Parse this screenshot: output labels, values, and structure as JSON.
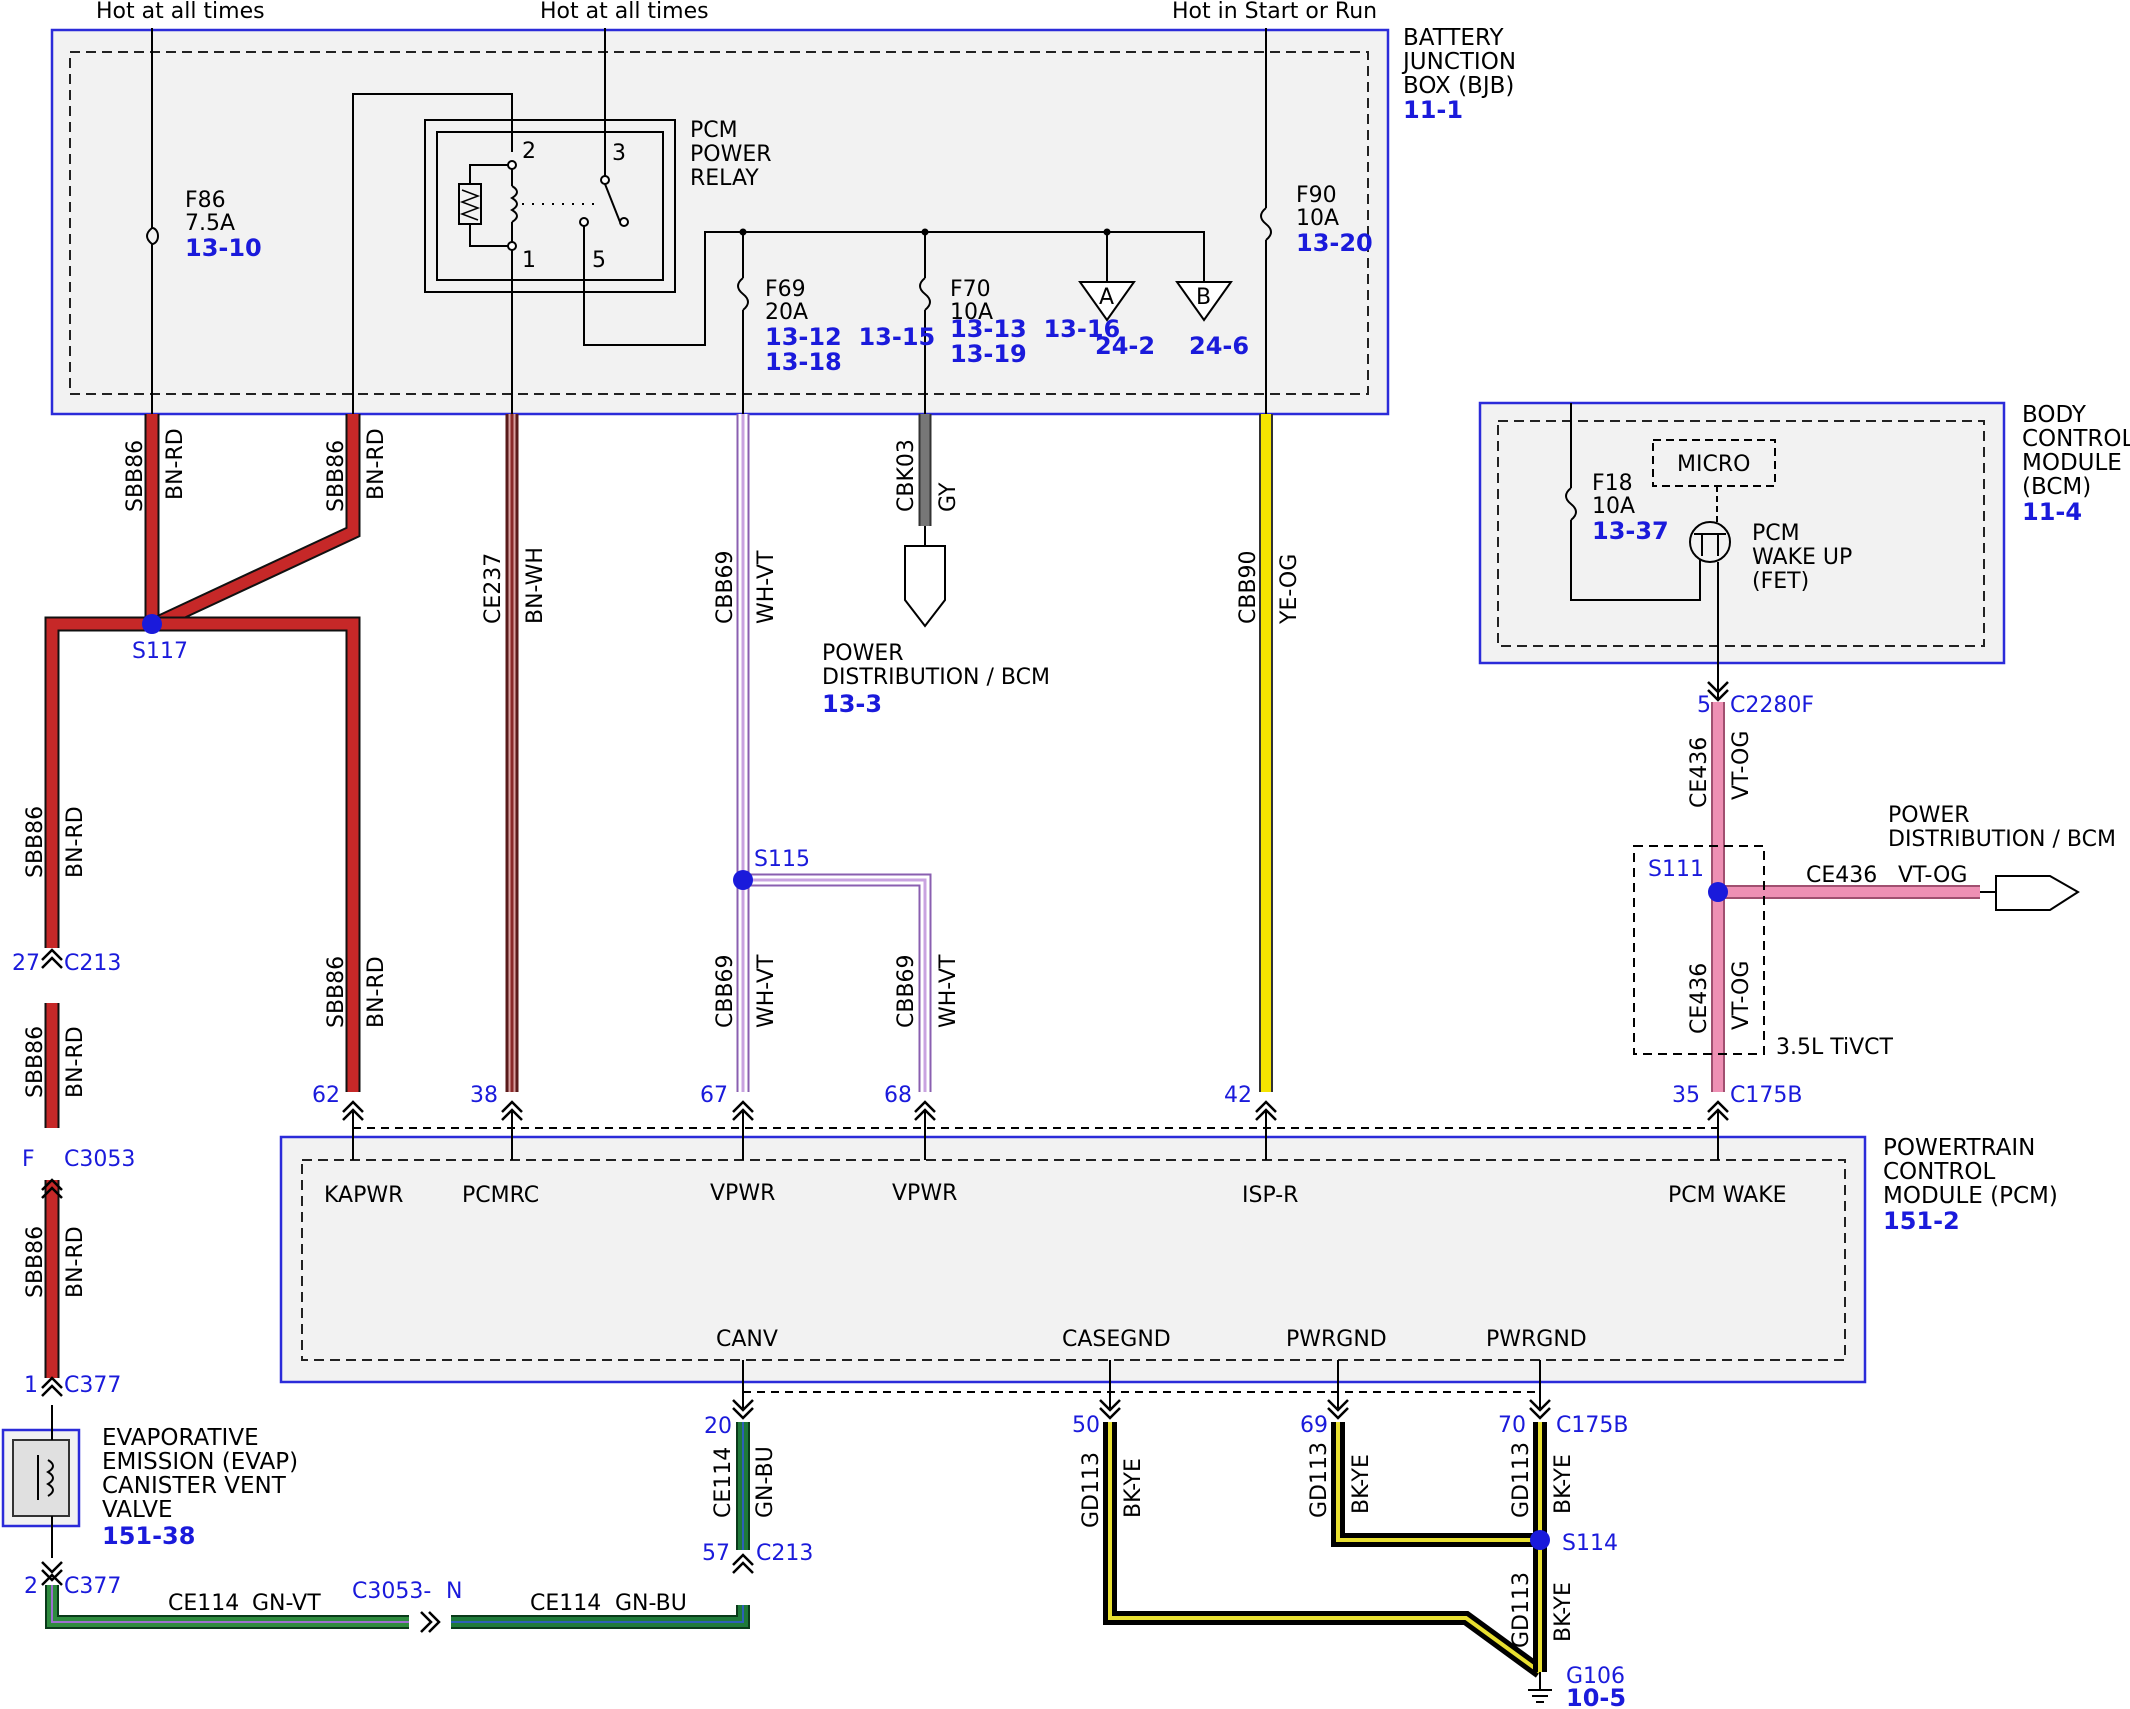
{
  "top_labels": {
    "hot1": "Hot at all times",
    "hot2": "Hot at all times",
    "hot3": "Hot in Start or Run"
  },
  "modules": {
    "bjb": {
      "lines": [
        "BATTERY",
        "JUNCTION",
        "BOX (BJB)"
      ],
      "ref": "11-1"
    },
    "bcm": {
      "lines": [
        "BODY",
        "CONTROL",
        "MODULE",
        "(BCM)"
      ],
      "ref": "11-4"
    },
    "pcm": {
      "lines": [
        "POWERTRAIN",
        "CONTROL",
        "MODULE (PCM)"
      ],
      "ref": "151-2"
    },
    "evap": {
      "lines": [
        "EVAPORATIVE",
        "EMISSION (EVAP)",
        "CANISTER VENT",
        "VALVE"
      ],
      "ref": "151-38"
    }
  },
  "relay": {
    "lines": [
      "PCM",
      "POWER",
      "RELAY"
    ],
    "pins": [
      "2",
      "3",
      "1",
      "5"
    ]
  },
  "fuses": {
    "f86": {
      "name": "F86",
      "rating": "7.5A",
      "refs": "13-10"
    },
    "f69": {
      "name": "F69",
      "rating": "20A",
      "refs1": "13-12  13-15",
      "refs2": "13-18"
    },
    "f70": {
      "name": "F70",
      "rating": "10A",
      "refs1": "13-13  13-16",
      "refs2": "13-19"
    },
    "f90": {
      "name": "F90",
      "rating": "10A",
      "refs": "13-20"
    },
    "f18": {
      "name": "F18",
      "rating": "10A",
      "refs": "13-37"
    }
  },
  "offpage": {
    "a": {
      "letter": "A",
      "ref": "24-2"
    },
    "b": {
      "letter": "B",
      "ref": "24-6"
    }
  },
  "bcm_internal": {
    "micro": "MICRO",
    "fet_lines": [
      "PCM",
      "WAKE UP",
      "(FET)"
    ]
  },
  "power_dist_1": {
    "lines": [
      "POWER",
      "DISTRIBUTION / BCM"
    ],
    "ref": "13-3"
  },
  "power_dist_2": {
    "lines": [
      "POWER",
      "DISTRIBUTION / BCM"
    ]
  },
  "wires": {
    "sbb86_a": {
      "circuit": "SBB86",
      "color": "BN-RD"
    },
    "sbb86_b": {
      "circuit": "SBB86",
      "color": "BN-RD"
    },
    "sbb86_left1": {
      "circuit": "SBB86",
      "color": "BN-RD"
    },
    "sbb86_left2": {
      "circuit": "SBB86",
      "color": "BN-RD"
    },
    "sbb86_left3": {
      "circuit": "SBB86",
      "color": "BN-RD"
    },
    "sbb86_right": {
      "circuit": "SBB86",
      "color": "BN-RD"
    },
    "ce237": {
      "circuit": "CE237",
      "color": "BN-WH"
    },
    "cbb69_top": {
      "circuit": "CBB69",
      "color": "WH-VT"
    },
    "cbb69_67": {
      "circuit": "CBB69",
      "color": "WH-VT"
    },
    "cbb69_68": {
      "circuit": "CBB69",
      "color": "WH-VT"
    },
    "cbk03": {
      "circuit": "CBK03",
      "color": "GY"
    },
    "cbb90": {
      "circuit": "CBB90",
      "color": "YE-OG"
    },
    "ce436_top": {
      "circuit": "CE436",
      "color": "VT-OG"
    },
    "ce436_bot": {
      "circuit": "CE436",
      "color": "VT-OG"
    },
    "ce436_h": {
      "circuit": "CE436",
      "color": "VT-OG"
    },
    "ce114_v": {
      "circuit": "CE114",
      "color": "GN-BU"
    },
    "ce114_h1": {
      "circuit": "CE114",
      "color": "GN-VT"
    },
    "ce114_h2": {
      "circuit": "CE114",
      "color": "GN-BU"
    },
    "gd113_50": {
      "circuit": "GD113",
      "color": "BK-YE"
    },
    "gd113_69": {
      "circuit": "GD113",
      "color": "BK-YE"
    },
    "gd113_70": {
      "circuit": "GD113",
      "color": "BK-YE"
    },
    "gd113_g": {
      "circuit": "GD113",
      "color": "BK-YE"
    }
  },
  "splices": {
    "s117": "S117",
    "s115": "S115",
    "s111": "S111",
    "s114": "S114"
  },
  "connectors": {
    "c213_27": {
      "pin": "27",
      "name": "C213"
    },
    "c3053_f": {
      "pin": "F",
      "name": "C3053"
    },
    "c377_1": {
      "pin": "1",
      "name": "C377"
    },
    "c377_2": {
      "pin": "2",
      "name": "C377"
    },
    "c3053_n": {
      "name": "C3053-",
      "pin": "N"
    },
    "c213_57": {
      "pin": "57",
      "name": "C213"
    },
    "pin20": {
      "pin": "20"
    },
    "c2280f": {
      "pin": "5",
      "name": "C2280F"
    },
    "c175b_35": {
      "pin": "35",
      "name": "C175B"
    },
    "c175b_70": {
      "pin": "70",
      "name": "C175B"
    },
    "pin50": {
      "pin": "50"
    },
    "pin69": {
      "pin": "69"
    },
    "pin62": {
      "pin": "62"
    },
    "pin38": {
      "pin": "38"
    },
    "pin67": {
      "pin": "67"
    },
    "pin68": {
      "pin": "68"
    },
    "pin42": {
      "pin": "42"
    }
  },
  "pcm_pins": {
    "kapwr": "KAPWR",
    "pcmrc": "PCMRC",
    "vpwr1": "VPWR",
    "vpwr2": "VPWR",
    "ispr": "ISP-R",
    "pcmwake": "PCM WAKE",
    "canv": "CANV",
    "casegnd": "CASEGND",
    "pwrgnd1": "PWRGND",
    "pwrgnd2": "PWRGND"
  },
  "engine_note": "3.5L TiVCT",
  "ground": {
    "name": "G106",
    "ref": "10-5"
  },
  "colors": {
    "BN-RD": "#c62828",
    "BN-WH": "#8b2a2a",
    "WH-VT": "#c9a3e0",
    "GY": "#777777",
    "YE-OG": "#f5e400",
    "VT-OG": "#ee90b4",
    "GN-BU": "#1f7a3a",
    "GN-VT": "#2e8b3e",
    "BK-YE": "#111111",
    "blue": "#1a1adb"
  }
}
